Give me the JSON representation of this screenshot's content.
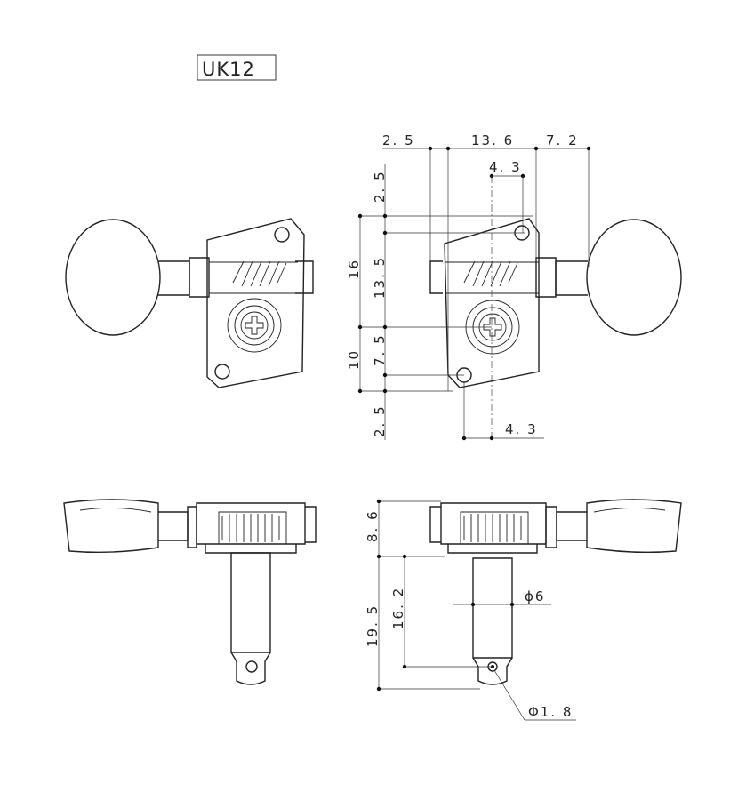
{
  "model_label": "UK12",
  "dimensions": {
    "top_left_width": "2. 5",
    "top_mid_width": "13. 6",
    "top_right_width": "7. 2",
    "hole_offset_top": "4. 3",
    "left_top_gap": "2. 5",
    "overall_height": "16",
    "gear_center_height": "13. 5",
    "lower_height": "10",
    "gear_lower": "7. 5",
    "bottom_gap": "2. 5",
    "hole_offset_bottom": "4. 3",
    "side_head_height": "8. 6",
    "post_length": "19. 5",
    "post_hole_height": "16. 2",
    "post_diameter": "ϕ6",
    "hole_diameter": "Φ1. 8"
  }
}
